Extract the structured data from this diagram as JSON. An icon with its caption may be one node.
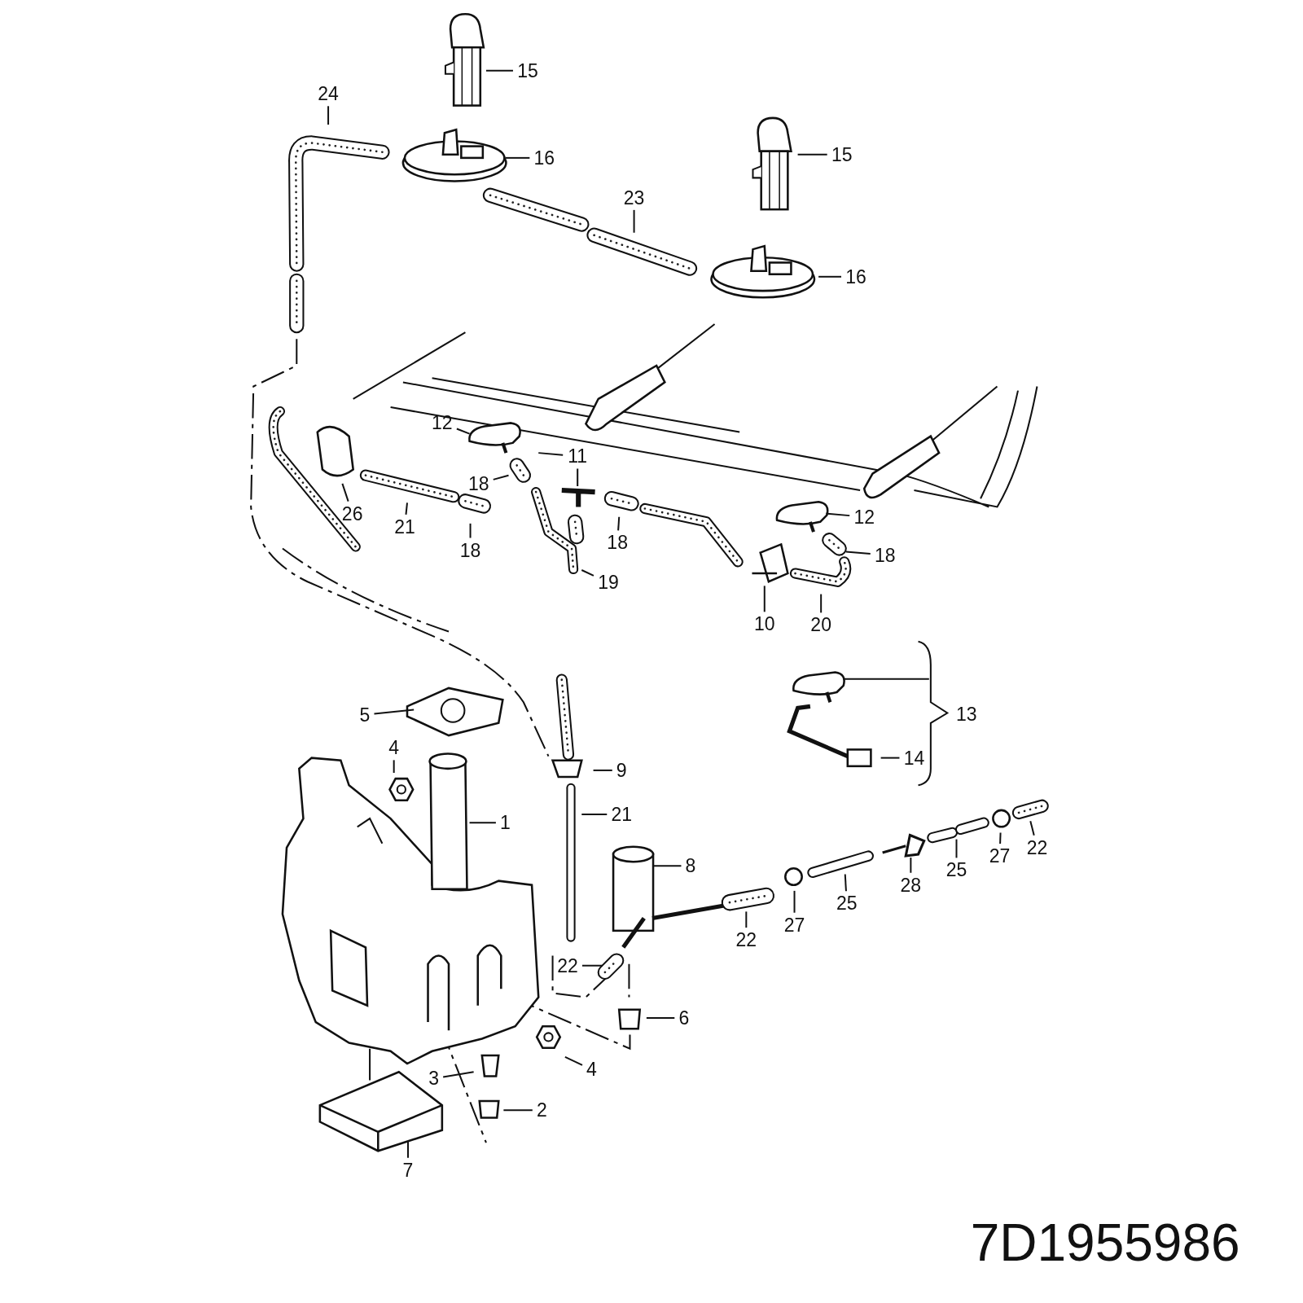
{
  "diagram": {
    "nodes": [
      {
        "text": [
          "15"
        ]
      },
      {
        "text": [
          "24"
        ]
      },
      {
        "text": [
          "15"
        ]
      },
      {
        "text": [
          "16"
        ]
      },
      {
        "text": [
          "23"
        ]
      },
      {
        "text": [
          "16"
        ]
      },
      {
        "text": [
          "12"
        ]
      },
      {
        "text": [
          "11"
        ]
      },
      {
        "text": [
          "18"
        ]
      },
      {
        "text": [
          "26"
        ]
      },
      {
        "text": [
          "12"
        ]
      },
      {
        "text": [
          "21"
        ]
      },
      {
        "text": [
          "18"
        ]
      },
      {
        "text": [
          "18"
        ]
      },
      {
        "text": [
          "18"
        ]
      },
      {
        "text": [
          "19"
        ]
      },
      {
        "text": [
          "10"
        ]
      },
      {
        "text": [
          "20"
        ]
      },
      {
        "text": [
          "5"
        ]
      },
      {
        "text": [
          "9"
        ]
      },
      {
        "text": [
          "14"
        ]
      },
      {
        "text": [
          "4"
        ]
      },
      {
        "text": [
          "21"
        ]
      },
      {
        "text": [
          "1"
        ]
      },
      {
        "text": [
          "22"
        ]
      },
      {
        "text": [
          "27"
        ]
      },
      {
        "text": [
          "8"
        ]
      },
      {
        "text": [
          "25"
        ]
      },
      {
        "text": [
          "28"
        ]
      },
      {
        "text": [
          "25"
        ]
      },
      {
        "text": [
          "27"
        ]
      },
      {
        "text": [
          "22"
        ]
      },
      {
        "text": [
          "22"
        ]
      },
      {
        "text": [
          "6"
        ]
      },
      {
        "text": [
          "4"
        ]
      },
      {
        "text": [
          "3"
        ]
      },
      {
        "text": [
          "2"
        ]
      },
      {
        "text": [
          "7"
        ]
      }
    ],
    "edges": [
      {
        "from": 0,
        "to": null,
        "arrow": "none"
      },
      {
        "from": 1,
        "to": null,
        "arrow": "none"
      },
      {
        "from": 2,
        "to": null,
        "arrow": "none"
      },
      {
        "from": 3,
        "to": null,
        "arrow": "none"
      },
      {
        "from": 4,
        "to": null,
        "arrow": "none"
      },
      {
        "from": 5,
        "to": null,
        "arrow": "none"
      },
      {
        "from": 6,
        "to": null,
        "arrow": "none"
      },
      {
        "from": 7,
        "to": null,
        "arrow": "none"
      },
      {
        "from": 8,
        "to": null,
        "arrow": "none"
      },
      {
        "from": 9,
        "to": null,
        "arrow": "none"
      },
      {
        "from": 10,
        "to": null,
        "arrow": "none"
      },
      {
        "from": 11,
        "to": null,
        "arrow": "none"
      },
      {
        "from": 12,
        "to": null,
        "arrow": "none"
      },
      {
        "from": 13,
        "to": null,
        "arrow": "none"
      },
      {
        "from": 14,
        "to": null,
        "arrow": "none"
      },
      {
        "from": 15,
        "to": null,
        "arrow": "none"
      },
      {
        "from": 16,
        "to": null,
        "arrow": "none"
      },
      {
        "from": 17,
        "to": null,
        "arrow": "none"
      },
      {
        "from": 18,
        "to": null,
        "arrow": "none"
      },
      {
        "from": 19,
        "to": null,
        "arrow": "none"
      },
      {
        "from": 20,
        "to": null,
        "arrow": "none"
      },
      {
        "from": 21,
        "to": null,
        "arrow": "none"
      },
      {
        "from": 22,
        "to": null,
        "arrow": "none"
      },
      {
        "from": 23,
        "to": null,
        "arrow": "none"
      },
      {
        "from": 24,
        "to": null,
        "arrow": "none"
      },
      {
        "from": 25,
        "to": null,
        "arrow": "none"
      },
      {
        "from": 26,
        "to": null,
        "arrow": "none"
      },
      {
        "from": 27,
        "to": null,
        "arrow": "none"
      },
      {
        "from": 28,
        "to": null,
        "arrow": "none"
      },
      {
        "from": 29,
        "to": null,
        "arrow": "none"
      },
      {
        "from": 30,
        "to": null,
        "arrow": "none"
      },
      {
        "from": 31,
        "to": null,
        "arrow": "none"
      },
      {
        "from": 32,
        "to": null,
        "arrow": "none"
      },
      {
        "from": 33,
        "to": null,
        "arrow": "none"
      },
      {
        "from": 34,
        "to": null,
        "arrow": "none"
      },
      {
        "from": 35,
        "to": null,
        "arrow": "none"
      },
      {
        "from": 36,
        "to": null,
        "arrow": "none"
      },
      {
        "from": 37,
        "to": null,
        "arrow": "none"
      }
    ],
    "labels": [
      "13",
      "7D1955986"
    ]
  }
}
